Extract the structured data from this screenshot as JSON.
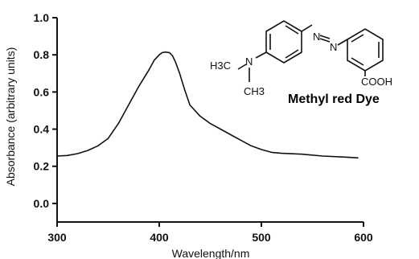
{
  "chart_data": {
    "type": "line",
    "xlabel": "Wavelength/nm",
    "ylabel": "Absorbance (arbitrary units)",
    "xlim": [
      300,
      600
    ],
    "ylim": [
      -0.1,
      1.0
    ],
    "xticks": [
      300,
      400,
      500,
      600
    ],
    "yticks": [
      0.0,
      0.2,
      0.4,
      0.6,
      0.8,
      1.0
    ],
    "xtick_labels": [
      "300",
      "400",
      "500",
      "600"
    ],
    "ytick_labels": [
      "0.0",
      "0.2",
      "0.4",
      "0.6",
      "0.8",
      "1.0"
    ],
    "grid": false,
    "series": [
      {
        "x": [
          300,
          310,
          320,
          330,
          340,
          350,
          360,
          370,
          380,
          390,
          395,
          400,
          403,
          406,
          410,
          413,
          416,
          420,
          425,
          430,
          440,
          450,
          460,
          470,
          480,
          490,
          500,
          510,
          520,
          540,
          560,
          580,
          595
        ],
        "y": [
          0.255,
          0.258,
          0.268,
          0.285,
          0.31,
          0.35,
          0.43,
          0.53,
          0.63,
          0.72,
          0.77,
          0.8,
          0.812,
          0.815,
          0.812,
          0.795,
          0.76,
          0.7,
          0.61,
          0.53,
          0.47,
          0.43,
          0.4,
          0.37,
          0.34,
          0.31,
          0.29,
          0.275,
          0.27,
          0.265,
          0.255,
          0.25,
          0.245
        ],
        "color": "#111111"
      }
    ]
  },
  "molecule": {
    "label_n_methyl_top": "H3C",
    "label_n_methyl_bottom": "CH3",
    "label_n": "N",
    "label_azo_1": "N",
    "label_azo_2": "N",
    "label_acid": "COOH",
    "name": "Methyl red Dye"
  }
}
